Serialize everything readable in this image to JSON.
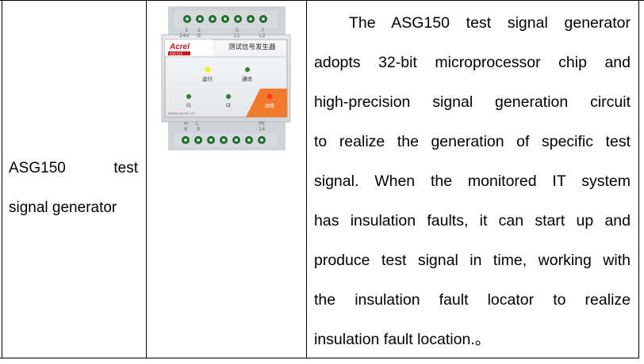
{
  "product_name_line1": "ASG150",
  "product_name_line1b": "test",
  "product_name_line2": "signal generator",
  "description_lines": [
    "The ASG150 test signal generator",
    "adopts 32-bit microprocessor chip and",
    "high-precision signal generation circuit",
    "to realize the generation of specific test",
    "signal. When the monitored IT system",
    "has insulation faults, it can start up and",
    "produce test signal in time, working with",
    "the insulation fault locator to realize",
    "insulation fault location.。"
  ],
  "device": {
    "brand": "Acrel",
    "model": "ASG150",
    "panel_title": "测试信号发生器",
    "top_terminals": [
      "1",
      "2",
      "5",
      "7"
    ],
    "top_labels": [
      "24V",
      "G",
      "L1",
      "L2"
    ],
    "bottom_top_labels": [
      "H",
      "L",
      "PE"
    ],
    "bottom_labels": [
      "8",
      "9",
      "14"
    ],
    "led_run": "运行",
    "led_comm": "通讯",
    "led_i1": "I1",
    "led_i2": "I2",
    "led_fault": "故障",
    "website": "www.acrel.cn",
    "colors": {
      "run_led": "#f4f20a",
      "green_led": "#2e7d32",
      "fault_panel": "#f07a2a",
      "fault_led": "#ff3b1f"
    }
  }
}
